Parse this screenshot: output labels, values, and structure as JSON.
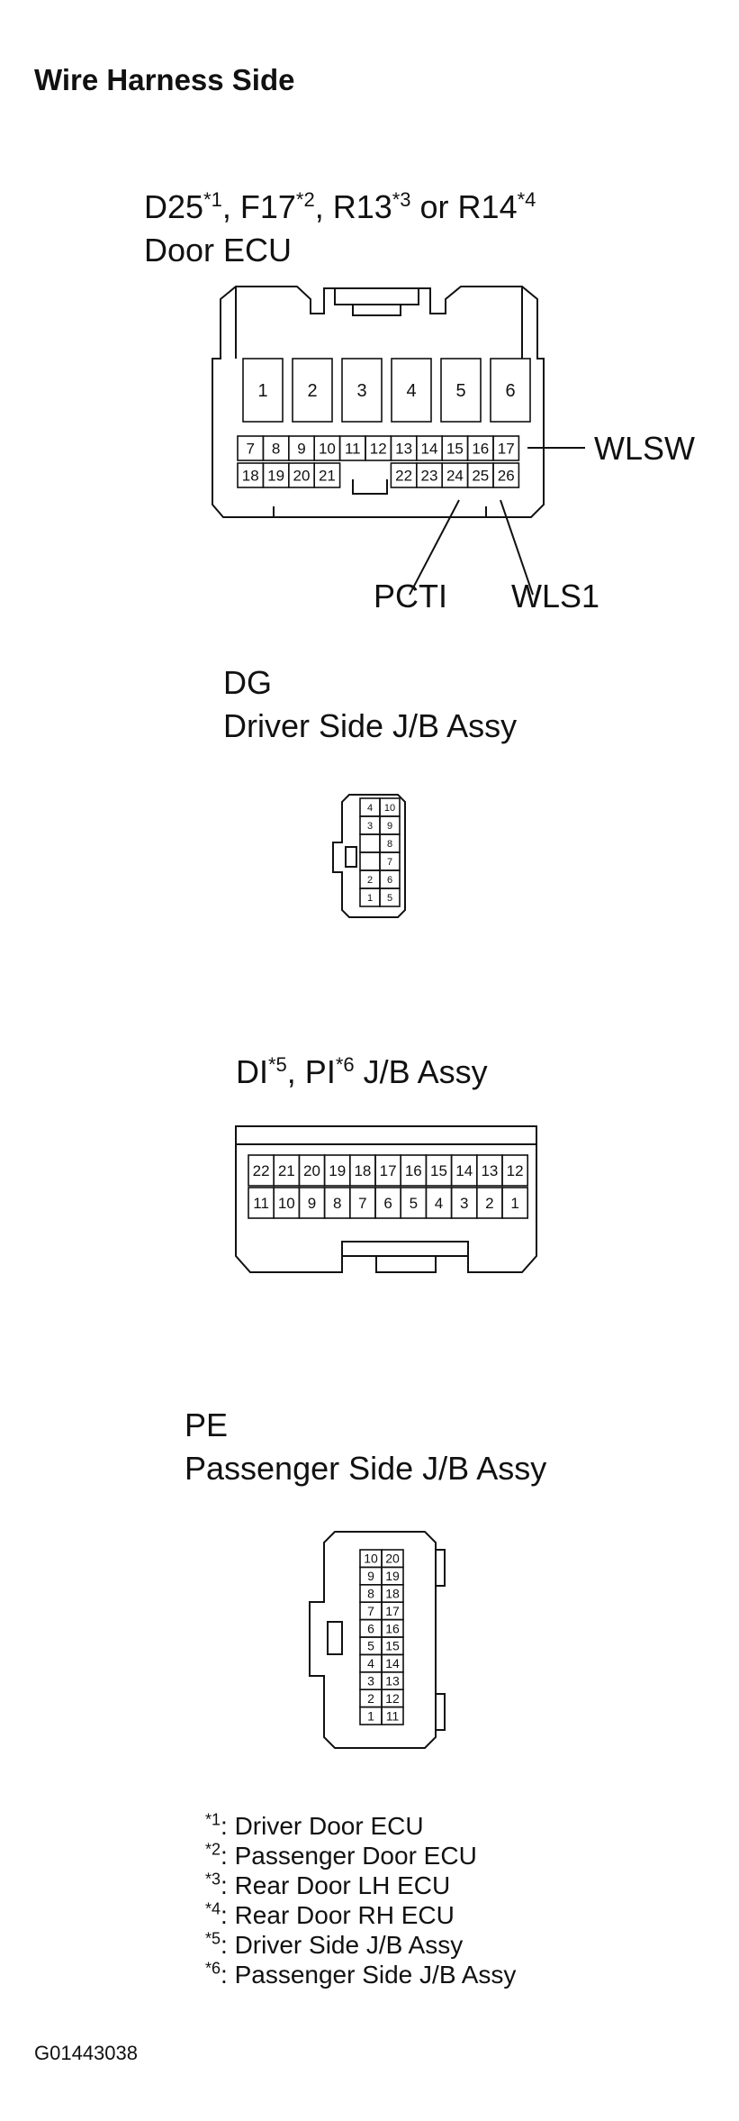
{
  "heading": "Wire Harness Side",
  "connector_d25": {
    "title_parts": [
      {
        "text": "D25",
        "sup": "*1"
      },
      {
        "text": ", F17",
        "sup": "*2"
      },
      {
        "text": ", R13",
        "sup": "*3"
      },
      {
        "text": " or R14",
        "sup": "*4"
      }
    ],
    "subtitle": "Door ECU",
    "row1": [
      "1",
      "2",
      "3",
      "4",
      "5",
      "6"
    ],
    "row2": [
      "7",
      "8",
      "9",
      "10",
      "11",
      "12",
      "13",
      "14",
      "15",
      "16",
      "17"
    ],
    "row3_left": [
      "18",
      "19",
      "20",
      "21"
    ],
    "row3_right": [
      "22",
      "23",
      "24",
      "25",
      "26"
    ],
    "callout_wlsw": "WLSW",
    "callout_pcti": "PCTI",
    "callout_wls1": "WLS1"
  },
  "connector_dg": {
    "code": "DG",
    "name": "Driver Side J/B Assy",
    "left_col": [
      "4",
      "3",
      "",
      "",
      "2",
      "1"
    ],
    "right_col": [
      "10",
      "9",
      "8",
      "7",
      "6",
      "5"
    ]
  },
  "connector_di": {
    "title_parts": [
      {
        "text": "DI",
        "sup": "*5"
      },
      {
        "text": ", PI",
        "sup": "*6"
      },
      {
        "text": " J/B Assy",
        "sup": ""
      }
    ],
    "row1": [
      "22",
      "21",
      "20",
      "19",
      "18",
      "17",
      "16",
      "15",
      "14",
      "13",
      "12"
    ],
    "row2": [
      "11",
      "10",
      "9",
      "8",
      "7",
      "6",
      "5",
      "4",
      "3",
      "2",
      "1"
    ]
  },
  "connector_pe": {
    "code": "PE",
    "name": "Passenger Side J/B Assy",
    "left_col": [
      "10",
      "9",
      "8",
      "7",
      "6",
      "5",
      "4",
      "3",
      "2",
      "1"
    ],
    "right_col": [
      "20",
      "19",
      "18",
      "17",
      "16",
      "15",
      "14",
      "13",
      "12",
      "11"
    ]
  },
  "footnotes": [
    {
      "mark": "*1",
      "text": ": Driver Door ECU"
    },
    {
      "mark": "*2",
      "text": ": Passenger Door ECU"
    },
    {
      "mark": "*3",
      "text": ": Rear Door LH ECU"
    },
    {
      "mark": "*4",
      "text": ": Rear Door RH ECU"
    },
    {
      "mark": "*5",
      "text": ": Driver Side J/B Assy"
    },
    {
      "mark": "*6",
      "text": ": Passenger Side J/B Assy"
    }
  ],
  "figure_code": "G01443038"
}
